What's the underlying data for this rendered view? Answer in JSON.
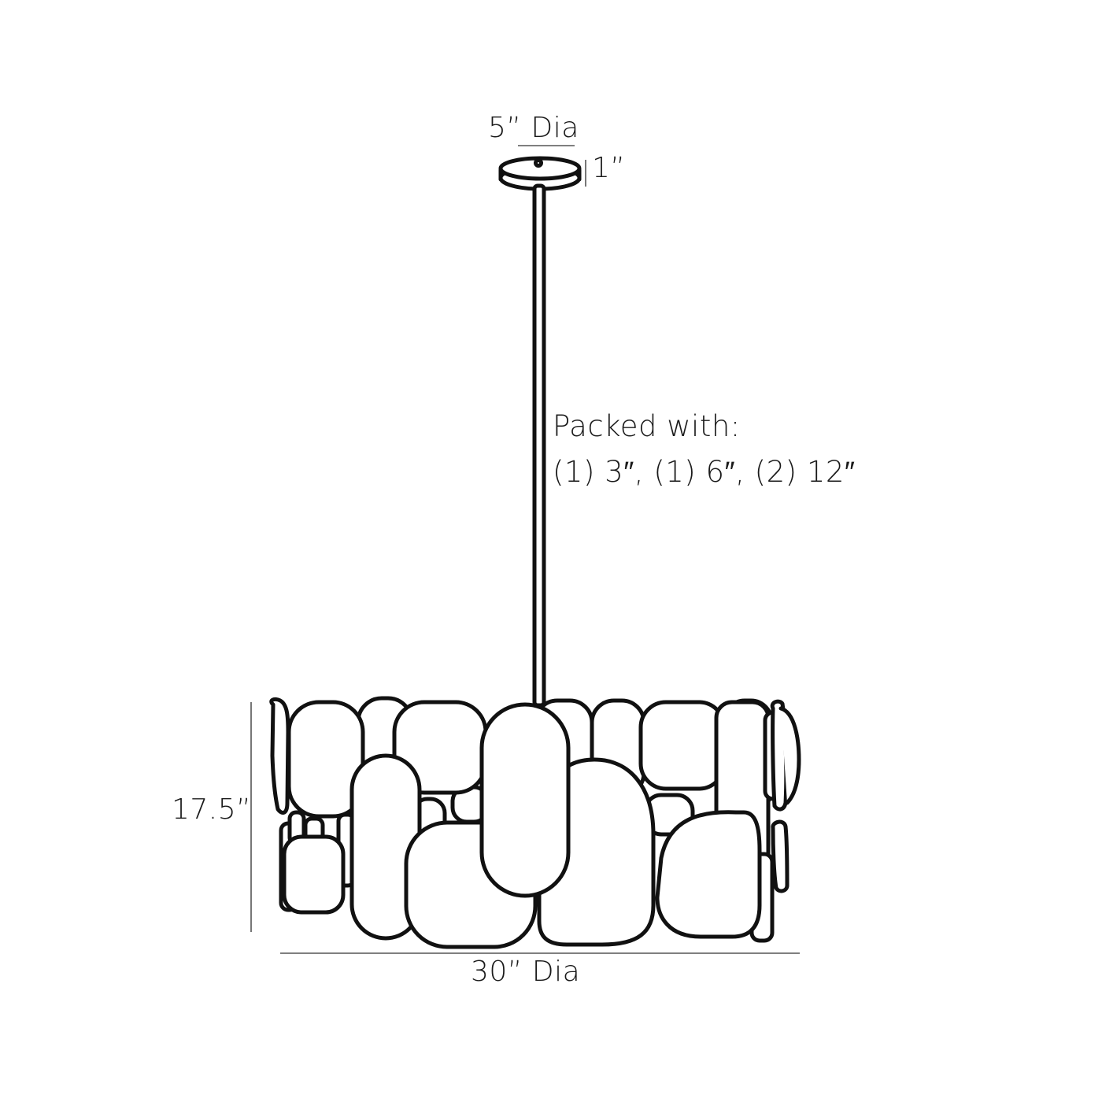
{
  "diagram": {
    "type": "dimension-drawing",
    "subject": "pendant chandelier with overlapping rounded-rectangle panels",
    "colors": {
      "background": "#ffffff",
      "stroke": "#111111",
      "dimension_line": "#555555",
      "text": "#1a1a1a"
    },
    "labels": {
      "canopy_diameter": "5” Dia",
      "canopy_height": "1”",
      "packed_heading": "Packed with:",
      "packed_rods": "(1) 3″, (1) 6″, (2) 12″",
      "body_height": "17.5”",
      "body_diameter": "30” Dia"
    },
    "components": [
      {
        "name": "canopy",
        "dimension": "5” Dia x 1”"
      },
      {
        "name": "downrod",
        "packed_with": [
          "(1) 3″",
          "(1) 6″",
          "(2) 12″"
        ]
      },
      {
        "name": "shade-body",
        "height": "17.5”",
        "diameter": "30” Dia"
      }
    ]
  }
}
